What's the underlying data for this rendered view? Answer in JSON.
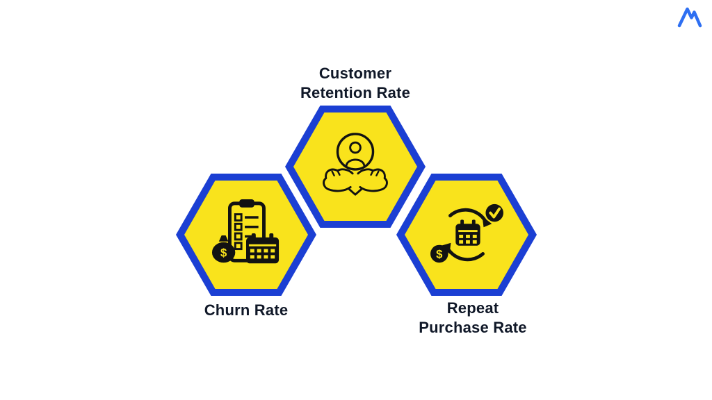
{
  "colors": {
    "background": "#ffffff",
    "hex_border": "#1B3FD3",
    "hex_fill": "#F9E31C",
    "icon_dark": "#121212",
    "text": "#101828",
    "logo_blue": "#2E6FF2"
  },
  "logo": {
    "name": "brand-logo"
  },
  "nodes": [
    {
      "id": "customer-retention-rate",
      "label_lines": [
        "Customer",
        "Retention Rate"
      ],
      "icon": "person-in-caring-hands-icon",
      "label_position": "above"
    },
    {
      "id": "churn-rate",
      "label_lines": [
        "Churn Rate"
      ],
      "icon": "checklist-moneybag-calendar-icon",
      "label_position": "below"
    },
    {
      "id": "repeat-purchase-rate",
      "label_lines": [
        "Repeat",
        "Purchase Rate"
      ],
      "icon": "calendar-refresh-dollar-check-icon",
      "label_position": "below"
    }
  ]
}
